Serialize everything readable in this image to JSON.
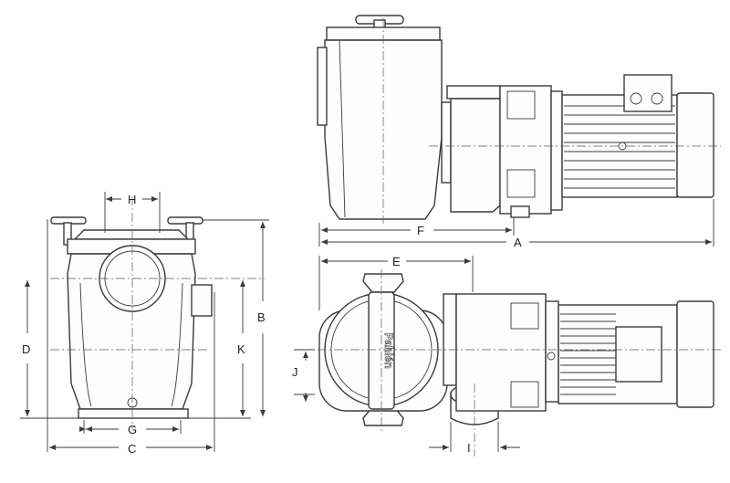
{
  "dimension_labels": {
    "a": "A",
    "b": "B",
    "c": "C",
    "d": "D",
    "e": "E",
    "f": "F",
    "g": "G",
    "h": "H",
    "i": "I",
    "j": "J",
    "k": "K"
  },
  "brand_logo_text": "Pahlén"
}
